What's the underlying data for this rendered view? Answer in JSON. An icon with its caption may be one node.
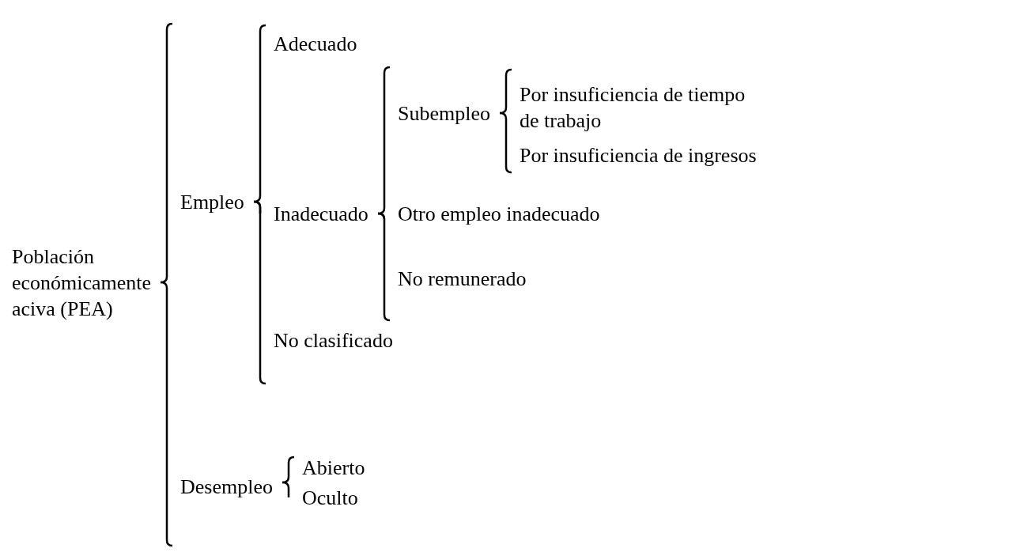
{
  "diagram": {
    "nodes": [
      {
        "text": [
          "Población económicamente aciva (PEA)"
        ]
      },
      {
        "text": [
          "Empleo"
        ]
      },
      {
        "text": [
          "Adecuado"
        ]
      },
      {
        "text": [
          "Inadecuado"
        ]
      },
      {
        "text": [
          "Subempleo"
        ]
      },
      {
        "text": [
          "Por insuficiencia de tiempo de trabajo"
        ]
      },
      {
        "text": [
          "Por insuficiencia de ingresos"
        ]
      },
      {
        "text": [
          "Otro empleo inadecuado"
        ]
      },
      {
        "text": [
          "No remunerado"
        ]
      },
      {
        "text": [
          "No clasificado"
        ]
      },
      {
        "text": [
          "Desempleo"
        ]
      },
      {
        "text": [
          "Abierto"
        ]
      },
      {
        "text": [
          "Oculto"
        ]
      }
    ],
    "edges": [
      {
        "from": 0,
        "to": 1,
        "arrow": "none"
      },
      {
        "from": 0,
        "to": 10,
        "arrow": "none"
      },
      {
        "from": 1,
        "to": 2,
        "arrow": "none"
      },
      {
        "from": 1,
        "to": 3,
        "arrow": "none"
      },
      {
        "from": 1,
        "to": 9,
        "arrow": "none"
      },
      {
        "from": 3,
        "to": 4,
        "arrow": "none"
      },
      {
        "from": 3,
        "to": 7,
        "arrow": "none"
      },
      {
        "from": 3,
        "to": 8,
        "arrow": "none"
      },
      {
        "from": 4,
        "to": 5,
        "arrow": "none"
      },
      {
        "from": 4,
        "to": 6,
        "arrow": "none"
      },
      {
        "from": 10,
        "to": 11,
        "arrow": "none"
      },
      {
        "from": 10,
        "to": 12,
        "arrow": "none"
      }
    ]
  }
}
